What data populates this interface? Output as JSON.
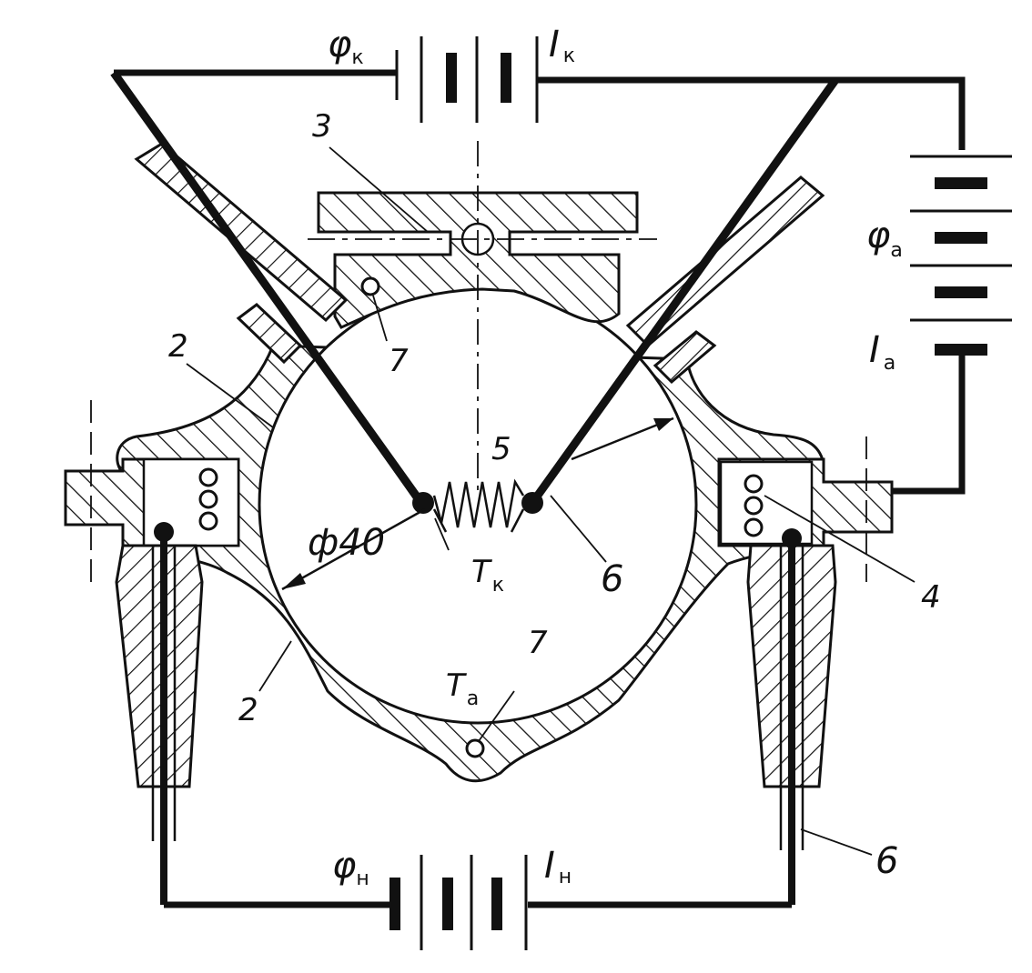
{
  "diagram": {
    "labels": {
      "phi_k": "φ",
      "phi_k_sub": "к",
      "i_k": "I",
      "i_k_sub": "к",
      "phi_a": "φ",
      "phi_a_sub": "а",
      "i_a": "I",
      "i_a_sub": "а",
      "phi_n": "φ",
      "phi_n_sub": "н",
      "i_n": "I",
      "i_n_sub": "н",
      "t_k": "T",
      "t_k_sub": "к",
      "t_a": "T",
      "t_a_sub": "а",
      "diameter": "ф40",
      "n2_top": "2",
      "n2_bottom": "2",
      "n3": "3",
      "n4": "4",
      "n5": "5",
      "n6_mid": "6",
      "n6_bottom": "6",
      "n7_top": "7",
      "n7_bottom": "7"
    }
  }
}
